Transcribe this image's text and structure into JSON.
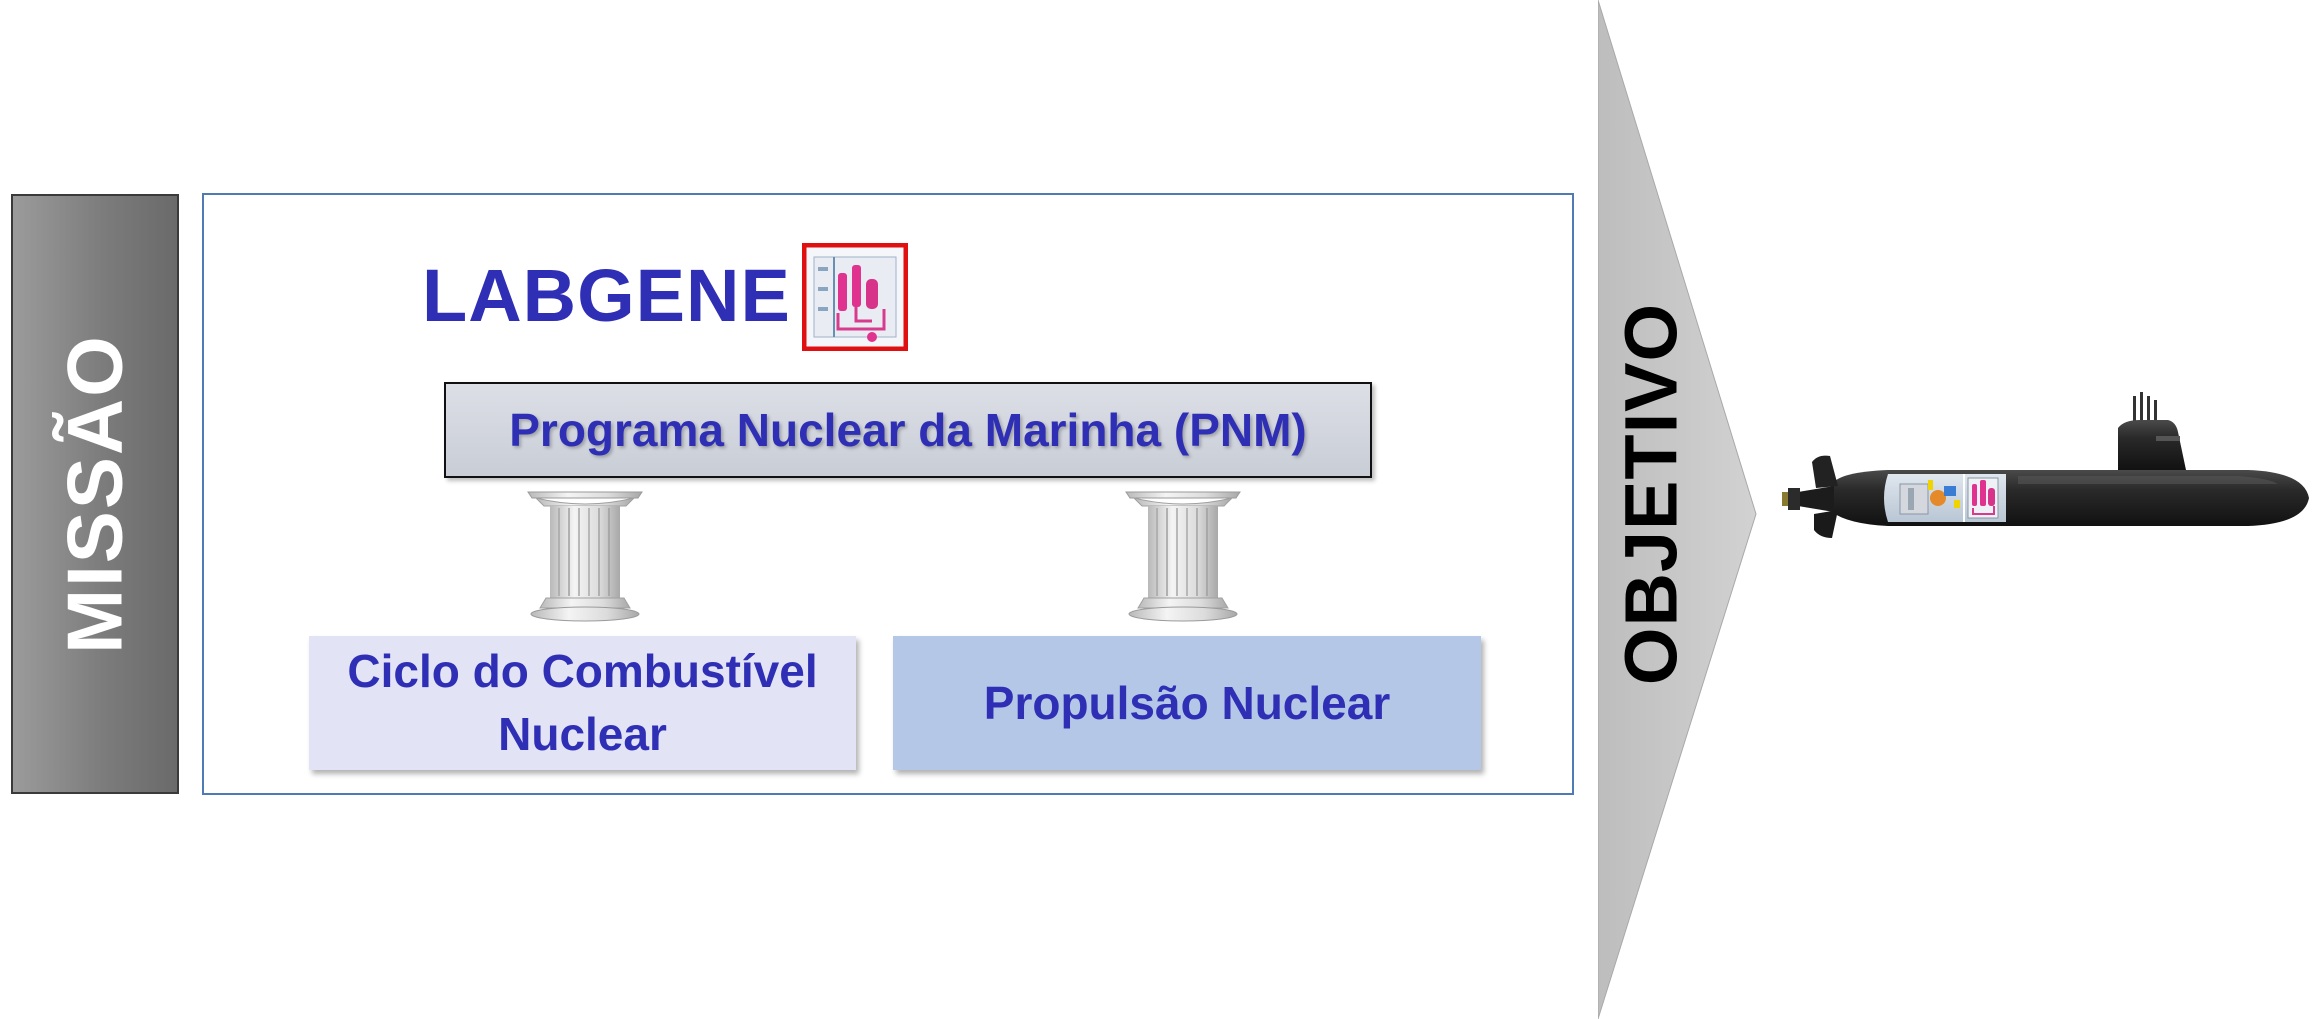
{
  "mission": {
    "label": "MISSÃO"
  },
  "labgene": {
    "title": "LABGENE",
    "logo_icon": "reactor-schematic-icon"
  },
  "program": {
    "label": "Programa Nuclear da Marinha (PNM)"
  },
  "pillars": [
    {
      "label": "Ciclo do Combustível Nuclear",
      "color": "#e3e3f6"
    },
    {
      "label": "Propulsão Nuclear",
      "color": "#b4c7e7"
    }
  ],
  "objective": {
    "label": "OBJETIVO"
  },
  "colors": {
    "text_accent": "#2f2fb6",
    "frame_border": "#4f7ab3",
    "mission_bar": "#7c7c7c",
    "arrow": "#c8c8c8",
    "logo_border": "#e01010"
  },
  "images": {
    "submarine": "nuclear-submarine-cutaway-icon",
    "pillar": "greek-column-icon"
  }
}
